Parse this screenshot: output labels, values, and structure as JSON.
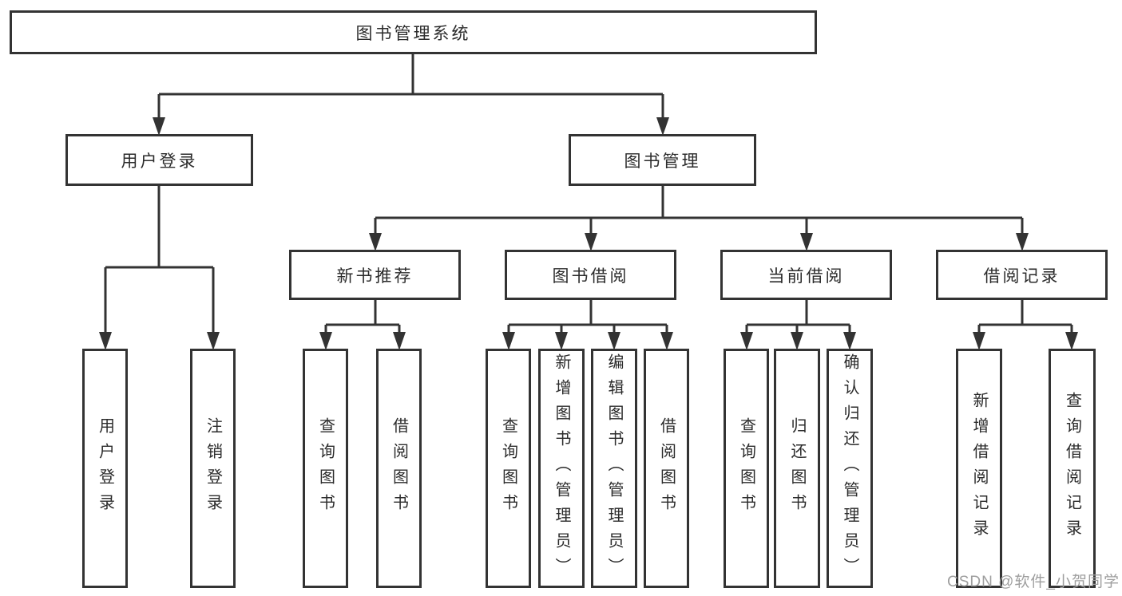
{
  "diagram": {
    "title": "图书管理系统",
    "colors": {
      "line": "#333333",
      "box_border": "#333333",
      "text": "#2b2b2b",
      "watermark": "#9e9e9e",
      "background": "#ffffff"
    },
    "nodes": {
      "root": {
        "label": "图书管理系统"
      },
      "user_login": {
        "label": "用户登录"
      },
      "book_mgmt": {
        "label": "图书管理"
      },
      "new_book_rec": {
        "label": "新书推荐"
      },
      "book_borrow": {
        "label": "图书借阅"
      },
      "current_borrow": {
        "label": "当前借阅"
      },
      "borrow_record": {
        "label": "借阅记录"
      },
      "ul_login": {
        "label": "用户登录"
      },
      "ul_logout": {
        "label": "注销登录"
      },
      "nbr_query": {
        "label": "查询图书"
      },
      "nbr_borrow": {
        "label": "借阅图书"
      },
      "bb_query": {
        "label": "查询图书"
      },
      "bb_add": {
        "label": "新增图书（管理员）"
      },
      "bb_edit": {
        "label": "编辑图书（管理员）"
      },
      "bb_borrow": {
        "label": "借阅图书"
      },
      "cb_query": {
        "label": "查询图书"
      },
      "cb_return": {
        "label": "归还图书"
      },
      "cb_confirm": {
        "label": "确认归还（管理员）"
      },
      "br_add": {
        "label": "新增借阅记录"
      },
      "br_query": {
        "label": "查询借阅记录"
      }
    },
    "hierarchy": {
      "图书管理系统": {
        "用户登录": [
          "用户登录",
          "注销登录"
        ],
        "图书管理": {
          "新书推荐": [
            "查询图书",
            "借阅图书"
          ],
          "图书借阅": [
            "查询图书",
            "新增图书（管理员）",
            "编辑图书（管理员）",
            "借阅图书"
          ],
          "当前借阅": [
            "查询图书",
            "归还图书",
            "确认归还（管理员）"
          ],
          "借阅记录": [
            "新增借阅记录",
            "查询借阅记录"
          ]
        }
      }
    },
    "watermark": "CSDN @软件_小贺同学"
  }
}
